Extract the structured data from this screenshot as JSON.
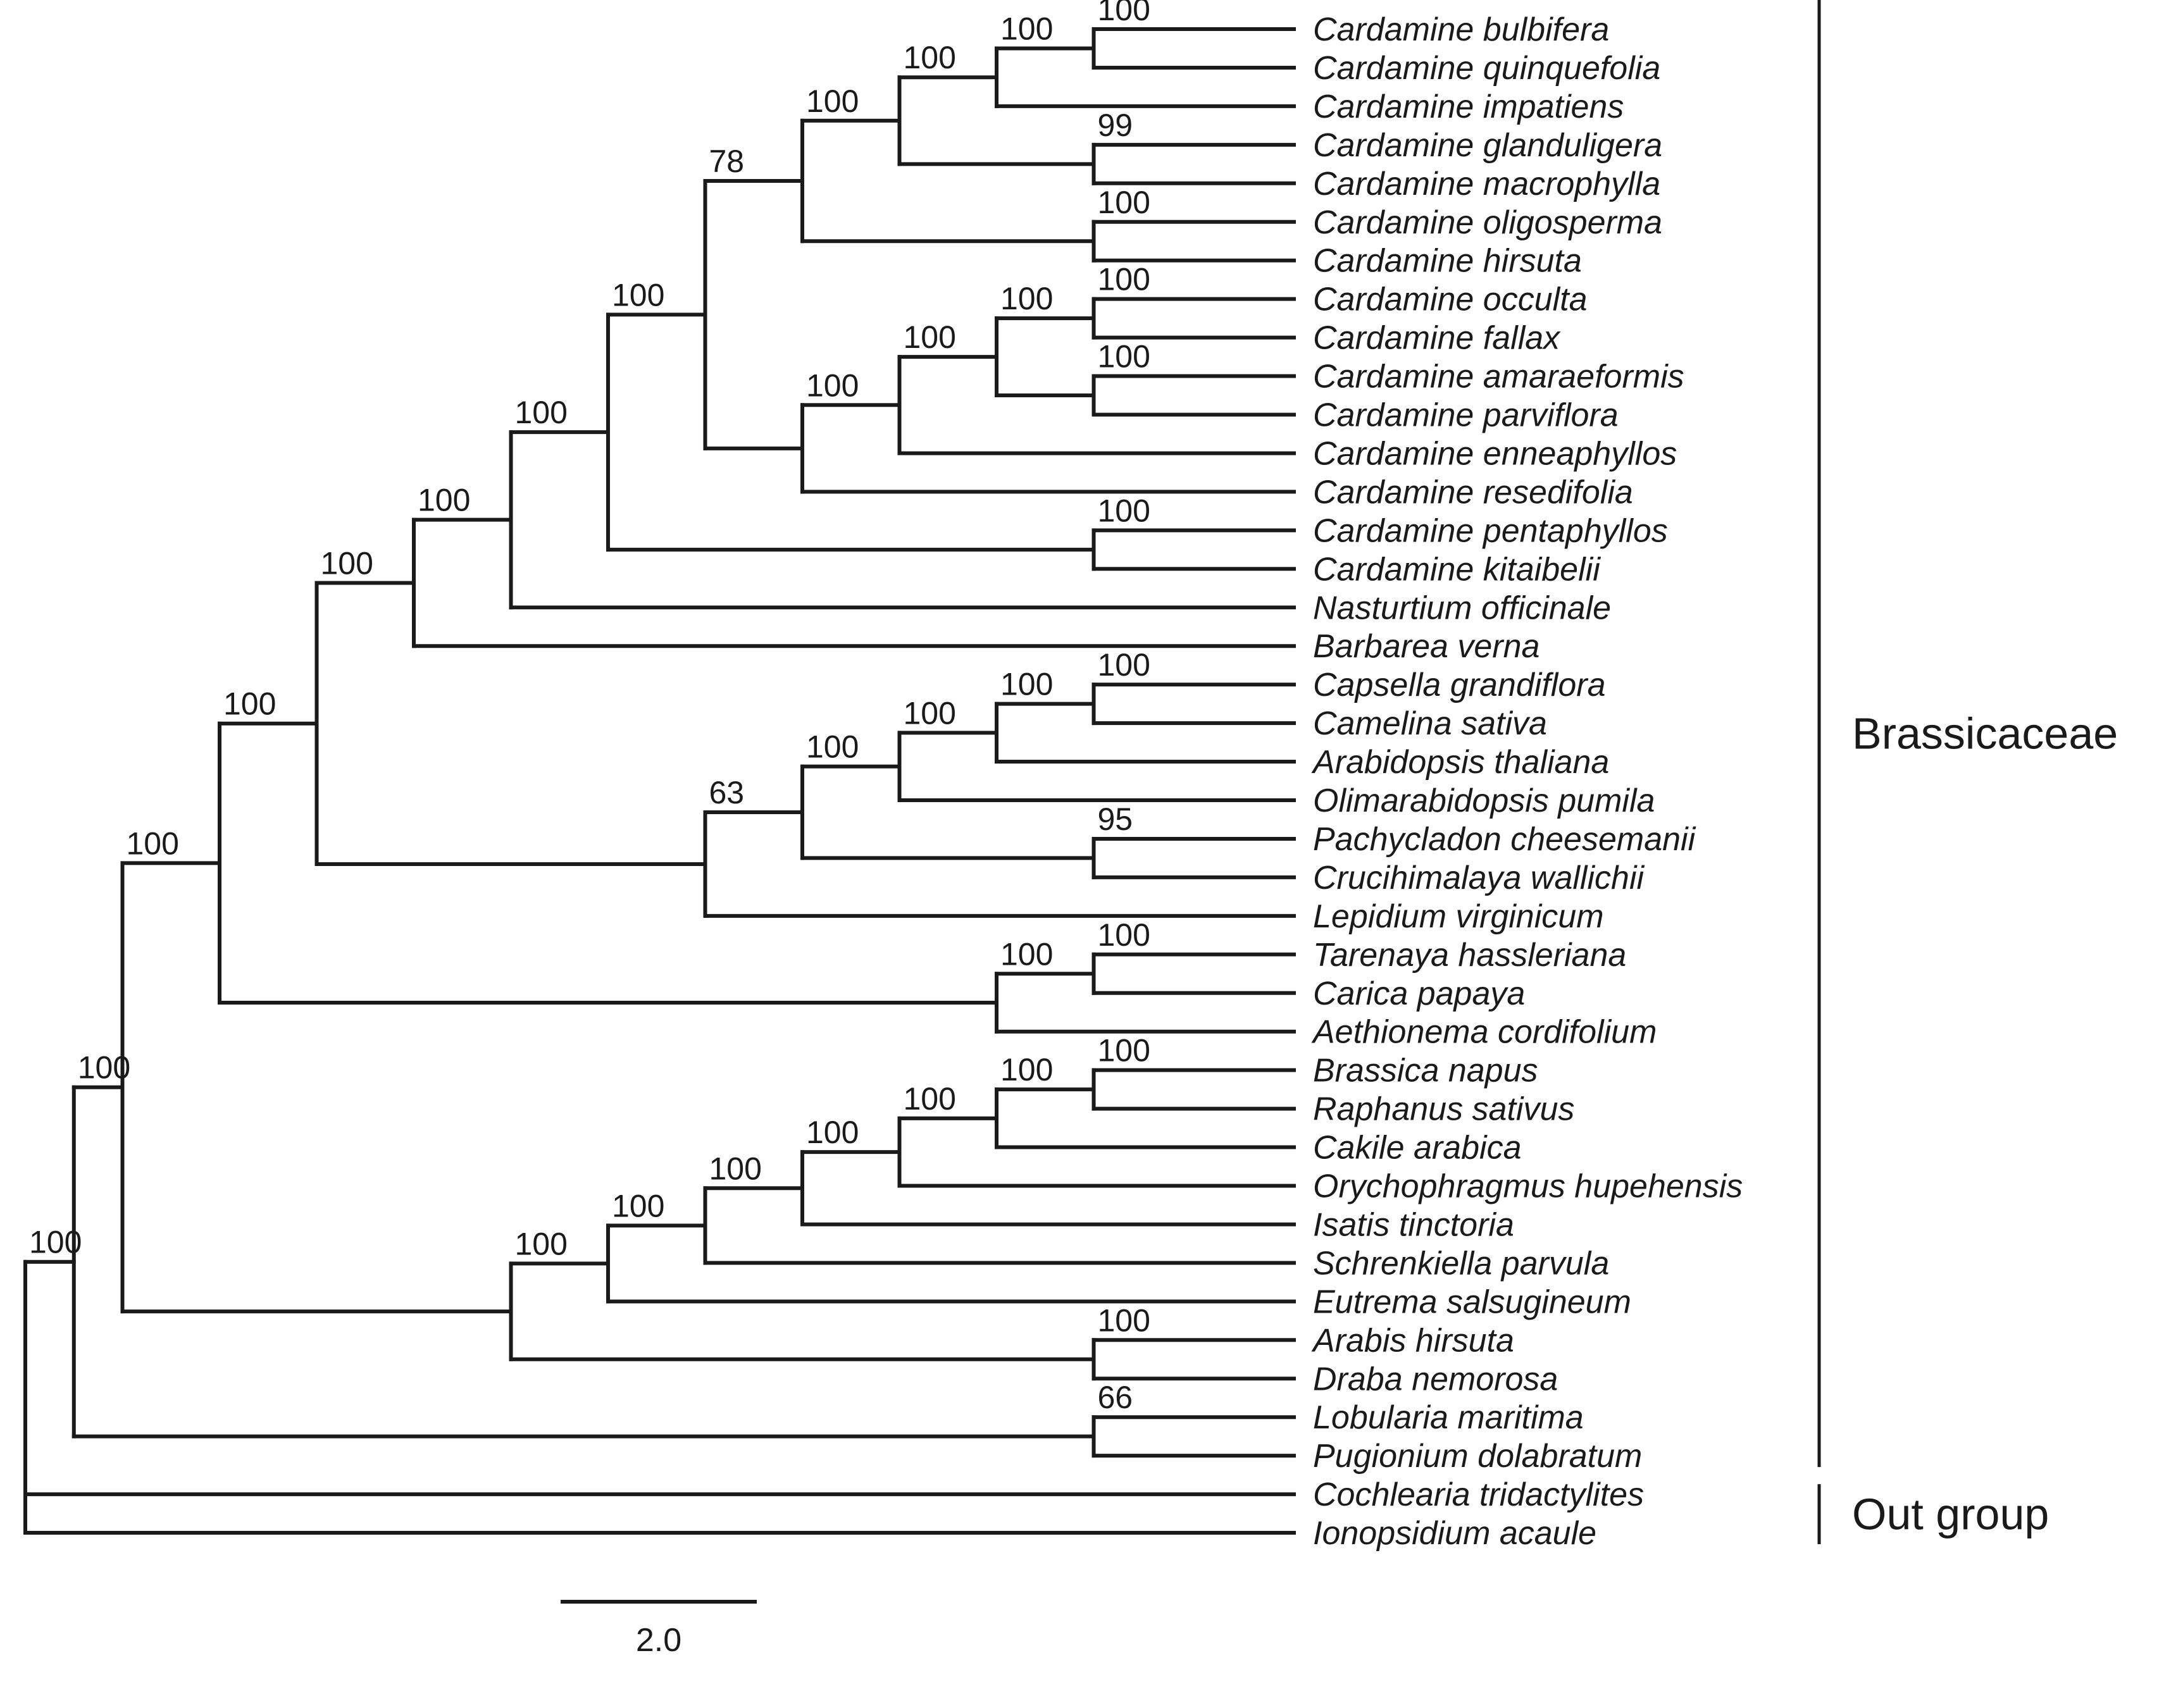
{
  "tree": {
    "tips": [
      "Cardamine bulbifera",
      "Cardamine quinquefolia",
      "Cardamine impatiens",
      "Cardamine glanduligera",
      "Cardamine macrophylla",
      "Cardamine oligosperma",
      "Cardamine hirsuta",
      "Cardamine occulta",
      "Cardamine fallax",
      "Cardamine amaraeformis",
      "Cardamine parviflora",
      "Cardamine enneaphyllos",
      "Cardamine resedifolia",
      "Cardamine pentaphyllos",
      "Cardamine kitaibelii",
      "Nasturtium officinale",
      "Barbarea verna",
      "Capsella grandiflora",
      "Camelina sativa",
      "Arabidopsis thaliana",
      "Olimarabidopsis pumila",
      "Pachycladon cheesemanii",
      "Crucihimalaya wallichii",
      "Lepidium virginicum",
      "Tarenaya hassleriana",
      "Carica papaya",
      "Aethionema cordifolium",
      "Brassica napus",
      "Raphanus sativus",
      "Cakile arabica",
      "Orychophragmus hupehensis",
      "Isatis tinctoria",
      "Schrenkiella parvula",
      "Eutrema salsugineum",
      "Arabis hirsuta",
      "Draba nemorosa",
      "Lobularia maritima",
      "Pugionium dolabratum",
      "Cochlearia tridactylites",
      "Ionopsidium acaule"
    ],
    "clades": [
      {
        "name": "Brassicaceae",
        "first_tip": 0,
        "last_tip": 37
      },
      {
        "name": "Out group",
        "first_tip": 38,
        "last_tip": 39
      }
    ],
    "scale_bar": {
      "label": "2.0"
    },
    "nodes": [
      {
        "id": "n_bulb_quin",
        "depth": 11,
        "children": [
          0,
          1
        ],
        "support": "100"
      },
      {
        "id": "n_bulb_imp",
        "depth": 10,
        "children": [
          "n_bulb_quin",
          2
        ],
        "support": "100"
      },
      {
        "id": "n_glan_macr",
        "depth": 11,
        "children": [
          3,
          4
        ],
        "support": "99"
      },
      {
        "id": "n_c1",
        "depth": 9,
        "children": [
          "n_bulb_imp",
          "n_glan_macr"
        ],
        "support": "100"
      },
      {
        "id": "n_olig_hirs",
        "depth": 11,
        "children": [
          5,
          6
        ],
        "support": "100"
      },
      {
        "id": "n_c2",
        "depth": 8,
        "children": [
          "n_c1",
          "n_olig_hirs"
        ],
        "support": "100"
      },
      {
        "id": "n_occ_fal",
        "depth": 11,
        "children": [
          7,
          8
        ],
        "support": "100"
      },
      {
        "id": "n_ama_par",
        "depth": 11,
        "children": [
          9,
          10
        ],
        "support": "100"
      },
      {
        "id": "n_d1",
        "depth": 10,
        "children": [
          "n_occ_fal",
          "n_ama_par"
        ],
        "support": "100"
      },
      {
        "id": "n_d2",
        "depth": 9,
        "children": [
          "n_d1",
          11
        ],
        "support": "100"
      },
      {
        "id": "n_d3",
        "depth": 8,
        "children": [
          "n_d2",
          12
        ],
        "support": "100"
      },
      {
        "id": "n_card78",
        "depth": 7,
        "children": [
          "n_c2",
          "n_d3"
        ],
        "support": "78"
      },
      {
        "id": "n_pent_kit",
        "depth": 11,
        "children": [
          13,
          14
        ],
        "support": "100"
      },
      {
        "id": "n_card",
        "depth": 6,
        "children": [
          "n_card78",
          "n_pent_kit"
        ],
        "support": "100"
      },
      {
        "id": "n_nast",
        "depth": 5,
        "children": [
          "n_card",
          15
        ],
        "support": "100"
      },
      {
        "id": "n_barb",
        "depth": 4,
        "children": [
          "n_nast",
          16
        ],
        "support": "100"
      },
      {
        "id": "n_caps_cam",
        "depth": 11,
        "children": [
          17,
          18
        ],
        "support": "100"
      },
      {
        "id": "n_caps_ara",
        "depth": 10,
        "children": [
          "n_caps_cam",
          19
        ],
        "support": "100"
      },
      {
        "id": "n_caps_oli",
        "depth": 9,
        "children": [
          "n_caps_ara",
          20
        ],
        "support": "100"
      },
      {
        "id": "n_pach_cru",
        "depth": 11,
        "children": [
          21,
          22
        ],
        "support": "95"
      },
      {
        "id": "n_e1",
        "depth": 8,
        "children": [
          "n_caps_oli",
          "n_pach_cru"
        ],
        "support": "100"
      },
      {
        "id": "n_e2",
        "depth": 7,
        "children": [
          "n_e1",
          23
        ],
        "support": "63"
      },
      {
        "id": "n_lin1",
        "depth": 3,
        "children": [
          "n_barb",
          "n_e2"
        ],
        "support": "100"
      },
      {
        "id": "n_tar_car",
        "depth": 11,
        "children": [
          24,
          25
        ],
        "support": "100"
      },
      {
        "id": "n_tar_aeth",
        "depth": 10,
        "children": [
          "n_tar_car",
          26
        ],
        "support": "100"
      },
      {
        "id": "n_lin2",
        "depth": 2,
        "children": [
          "n_lin1",
          "n_tar_aeth"
        ],
        "support": "100"
      },
      {
        "id": "n_bra_rap",
        "depth": 11,
        "children": [
          27,
          28
        ],
        "support": "100"
      },
      {
        "id": "n_bra_cak",
        "depth": 10,
        "children": [
          "n_bra_rap",
          29
        ],
        "support": "100"
      },
      {
        "id": "n_bra_ory",
        "depth": 9,
        "children": [
          "n_bra_cak",
          30
        ],
        "support": "100"
      },
      {
        "id": "n_bra_isa",
        "depth": 8,
        "children": [
          "n_bra_ory",
          31
        ],
        "support": "100"
      },
      {
        "id": "n_bra_sch",
        "depth": 7,
        "children": [
          "n_bra_isa",
          32
        ],
        "support": "100"
      },
      {
        "id": "n_bra_eut",
        "depth": 6,
        "children": [
          "n_bra_sch",
          33
        ],
        "support": "100"
      },
      {
        "id": "n_arab_drab",
        "depth": 11,
        "children": [
          34,
          35
        ],
        "support": "100"
      },
      {
        "id": "n_bra_arab",
        "depth": 5,
        "children": [
          "n_bra_eut",
          "n_arab_drab"
        ],
        "support": "100"
      },
      {
        "id": "n_lin3",
        "depth": 1,
        "children": [
          "n_lin2",
          "n_bra_arab"
        ],
        "support": "100"
      },
      {
        "id": "n_lob_pug",
        "depth": 11,
        "children": [
          36,
          37
        ],
        "support": "66"
      },
      {
        "id": "n_brass",
        "depth": 0.5,
        "children": [
          "n_lin3",
          "n_lob_pug"
        ],
        "support": "100"
      },
      {
        "id": "n_root",
        "depth": 0,
        "children": [
          "n_brass",
          38,
          39
        ],
        "support": "100"
      }
    ]
  }
}
